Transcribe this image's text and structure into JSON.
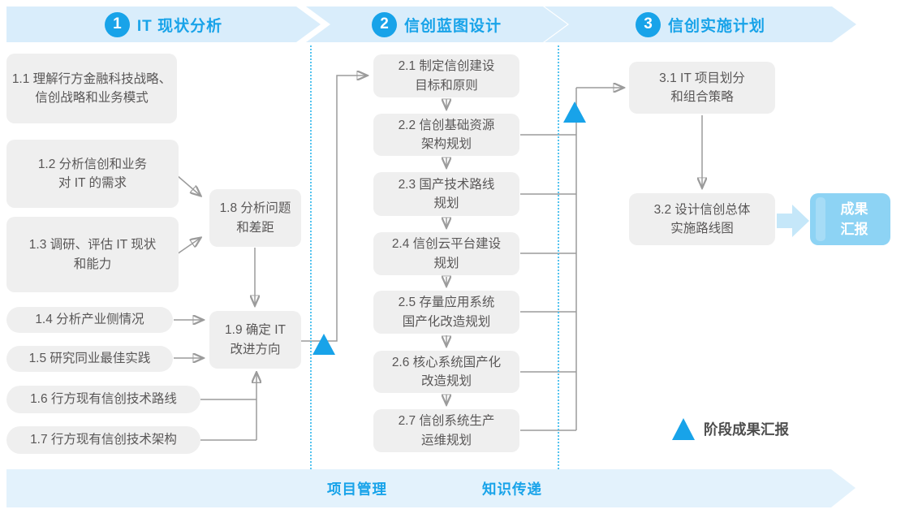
{
  "colors": {
    "accent_blue": "#18A3E9",
    "banner_bg": "#D9EDFB",
    "footer_banner_bg": "#E3F2FC",
    "box_bg": "#EFEFEF",
    "box_text": "#595757",
    "connector_gray": "#9B9B9B",
    "dotted_separator_blue": "#53C3EF",
    "result_box_bg": "#8DD3F4",
    "result_arrow_fill": "#C5E7F9"
  },
  "phases": [
    {
      "number": "1",
      "title": "IT 现状分析"
    },
    {
      "number": "2",
      "title": "信创蓝图设计"
    },
    {
      "number": "3",
      "title": "信创实施计划"
    }
  ],
  "stage1": {
    "b11": {
      "line1": "1.1 理解行方金融科技战略、",
      "line2": "信创战略和业务模式"
    },
    "b12": {
      "line1": "1.2 分析信创和业务",
      "line2": "对 IT 的需求"
    },
    "b13": {
      "line1": "1.3 调研、评估 IT 现状",
      "line2": "和能力"
    },
    "b14": {
      "label": "1.4 分析产业侧情况"
    },
    "b15": {
      "label": "1.5 研究同业最佳实践"
    },
    "b16": {
      "label": "1.6 行方现有信创技术路线"
    },
    "b17": {
      "label": "1.7 行方现有信创技术架构"
    },
    "b18": {
      "line1": "1.8 分析问题",
      "line2": "和差距"
    },
    "b19": {
      "line1": "1.9 确定 IT",
      "line2": "改进方向"
    }
  },
  "stage2": {
    "b21": {
      "line1": "2.1 制定信创建设",
      "line2": "目标和原则"
    },
    "b22": {
      "line1": "2.2 信创基础资源",
      "line2": "架构规划"
    },
    "b23": {
      "line1": "2.3 国产技术路线",
      "line2": "规划"
    },
    "b24": {
      "line1": "2.4 信创云平台建设",
      "line2": "规划"
    },
    "b25": {
      "line1": "2.5 存量应用系统",
      "line2": "国产化改造规划"
    },
    "b26": {
      "line1": "2.6 核心系统国产化",
      "line2": "改造规划"
    },
    "b27": {
      "line1": "2.7 信创系统生产",
      "line2": "运维规划"
    }
  },
  "stage3": {
    "b31": {
      "line1": "3.1 IT 项目划分",
      "line2": "和组合策略"
    },
    "b32": {
      "line1": "3.2 设计信创总体",
      "line2": "实施路线图"
    },
    "result": {
      "line1": "成果",
      "line2": "汇报"
    }
  },
  "legend": {
    "label": "阶段成果汇报"
  },
  "footer": {
    "item1": "项目管理",
    "item2": "知识传递"
  }
}
